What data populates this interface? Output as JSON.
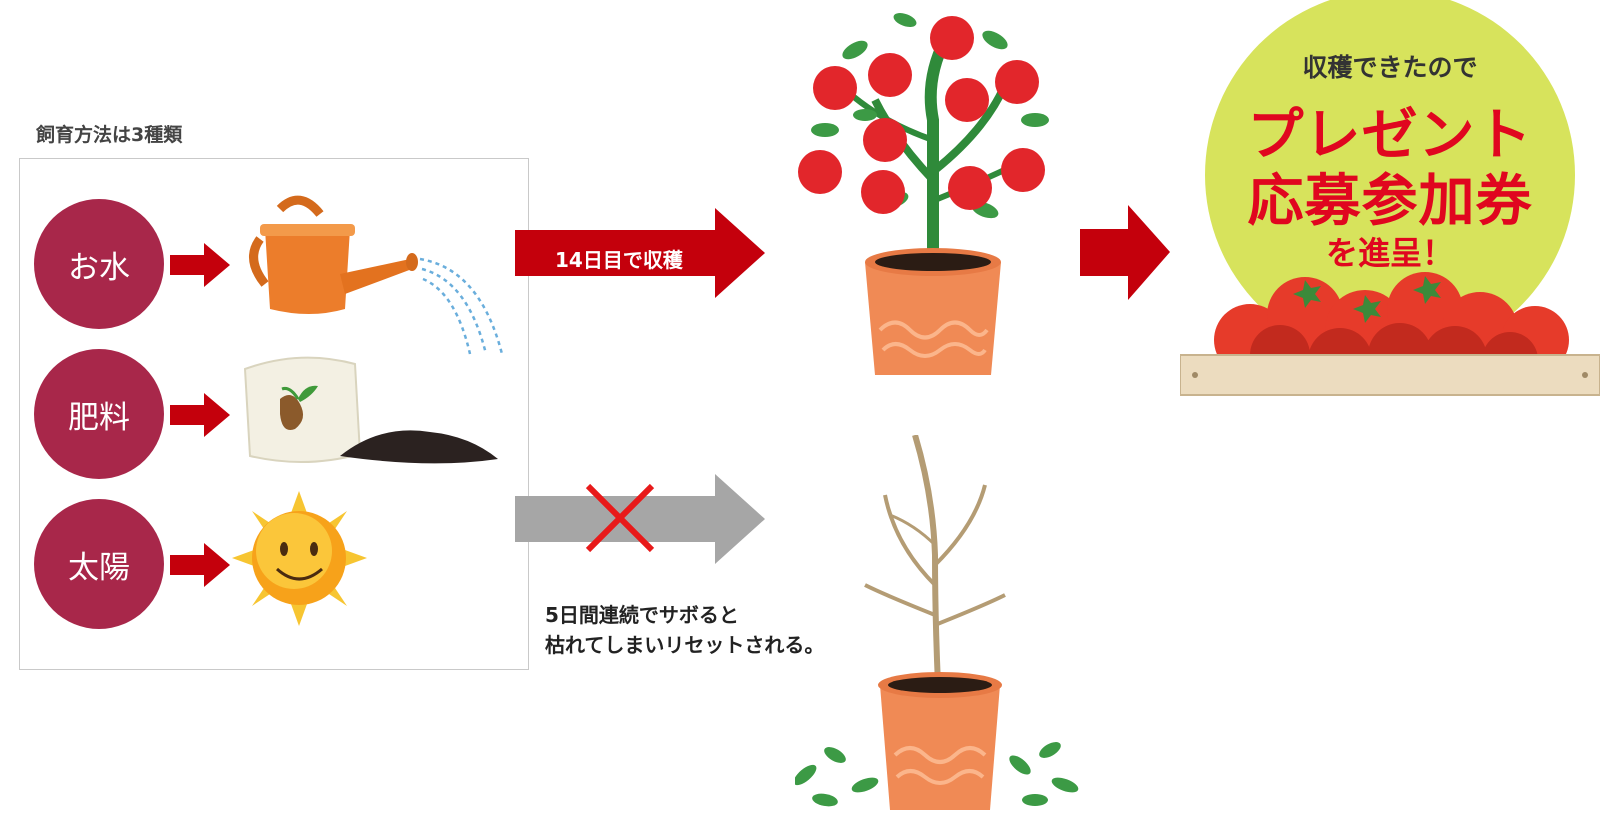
{
  "section_title": "飼育方法は3種類",
  "methods": [
    {
      "label": "お水",
      "icon": "watering-can-icon"
    },
    {
      "label": "肥料",
      "icon": "fertilizer-bag-icon"
    },
    {
      "label": "太陽",
      "icon": "smiling-sun-icon"
    }
  ],
  "success_path": {
    "label": "14日目で収穫"
  },
  "failure_path": {
    "line1": "5日間連続でサボると",
    "line2": "枯れてしまいリセットされる。"
  },
  "reward": {
    "top": "収穫できたので",
    "line1": "プレゼント",
    "line2": "応募参加券",
    "line3": "を進呈！"
  },
  "colors": {
    "method_circle": "#a8274a",
    "arrow_red": "#c4000c",
    "arrow_gray": "#a6a6a6",
    "badge_yellow": "#d7e35c",
    "reward_red": "#e0061f"
  }
}
